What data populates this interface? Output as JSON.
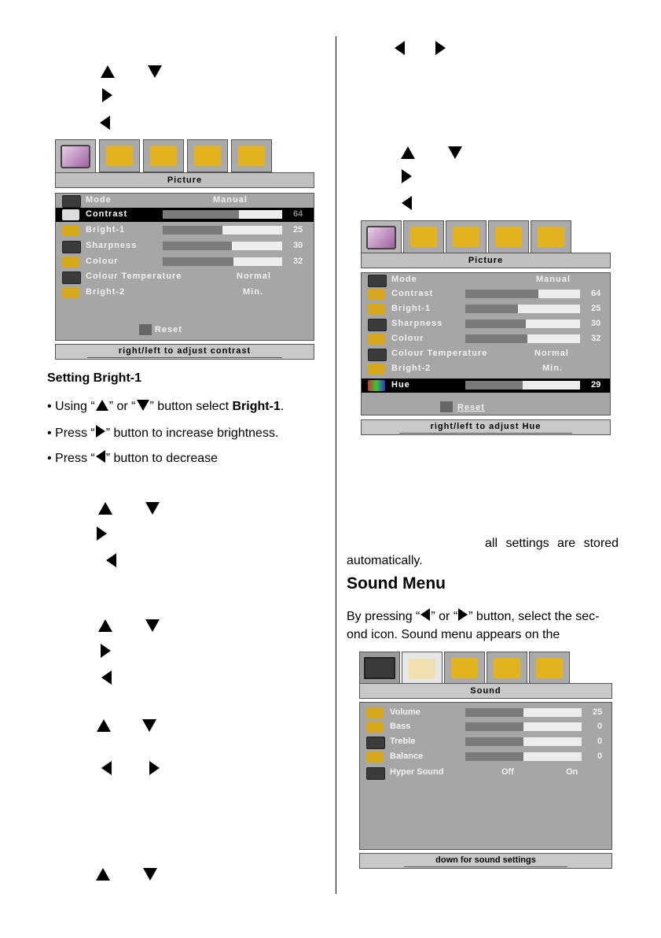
{
  "picture_menu_1": {
    "tabs": [
      "picture-icon",
      "sound-icon",
      "feature-icon",
      "install-icon",
      "source-icon"
    ],
    "title": "Picture",
    "rows": [
      {
        "label": "Mode",
        "text": "Manual"
      },
      {
        "label": "Contrast",
        "value": "64",
        "level": 0.64
      },
      {
        "label": "Bright-1",
        "value": "25",
        "level": 0.5
      },
      {
        "label": "Sharpness",
        "value": "30",
        "level": 0.58
      },
      {
        "label": "Colour",
        "value": "32",
        "level": 0.59
      },
      {
        "label": "Colour Temperature",
        "text": "Normal"
      },
      {
        "label": "Bright-2",
        "text": "Min."
      }
    ],
    "reset": "Reset",
    "hint": "right/left to adjust contrast"
  },
  "picture_menu_2": {
    "title": "Picture",
    "rows": [
      {
        "label": "Mode",
        "text": "Manual"
      },
      {
        "label": "Contrast",
        "value": "64",
        "level": 0.64
      },
      {
        "label": "Bright-1",
        "value": "25",
        "level": 0.46
      },
      {
        "label": "Sharpness",
        "value": "30",
        "level": 0.53
      },
      {
        "label": "Colour",
        "value": "32",
        "level": 0.54
      },
      {
        "label": "Colour Temperature",
        "text": "Normal"
      },
      {
        "label": "Bright-2",
        "text": "Min."
      },
      {
        "label": "Hue",
        "value": "29",
        "level": 0.5
      }
    ],
    "reset": "Reset",
    "hint": "right/left to adjust Hue"
  },
  "sound_menu": {
    "title": "Sound",
    "rows": [
      {
        "label": "Volume",
        "value": "25",
        "level": 0.5
      },
      {
        "label": "Bass",
        "value": "0",
        "level": 0.5
      },
      {
        "label": "Treble",
        "value": "0",
        "level": 0.5
      },
      {
        "label": "Balance",
        "value": "0",
        "level": 0.5
      },
      {
        "label": "Hyper Sound",
        "off": "Off",
        "on": "On"
      }
    ],
    "hint": "down for sound settings"
  },
  "text": {
    "setting_bright1": "Setting Bright-1",
    "using_pre": "• Using “",
    "using_mid": "” or “",
    "using_post": "” button select ",
    "using_bold": "Bright-1",
    "using_end": ".",
    "press_inc_pre": "• Press “",
    "press_inc_post": "” button to increase brightness.",
    "press_dec_pre": "• Press “",
    "press_dec_post": "” button to decrease",
    "stored": "all settings are stored",
    "automatically": "automatically.",
    "sound_menu_heading": "Sound Menu",
    "by_pressing_pre": "By pressing “",
    "by_pressing_mid": "” or “",
    "by_pressing_post": "” button, select the sec-",
    "second_icon": "ond icon. Sound menu appears on the"
  }
}
